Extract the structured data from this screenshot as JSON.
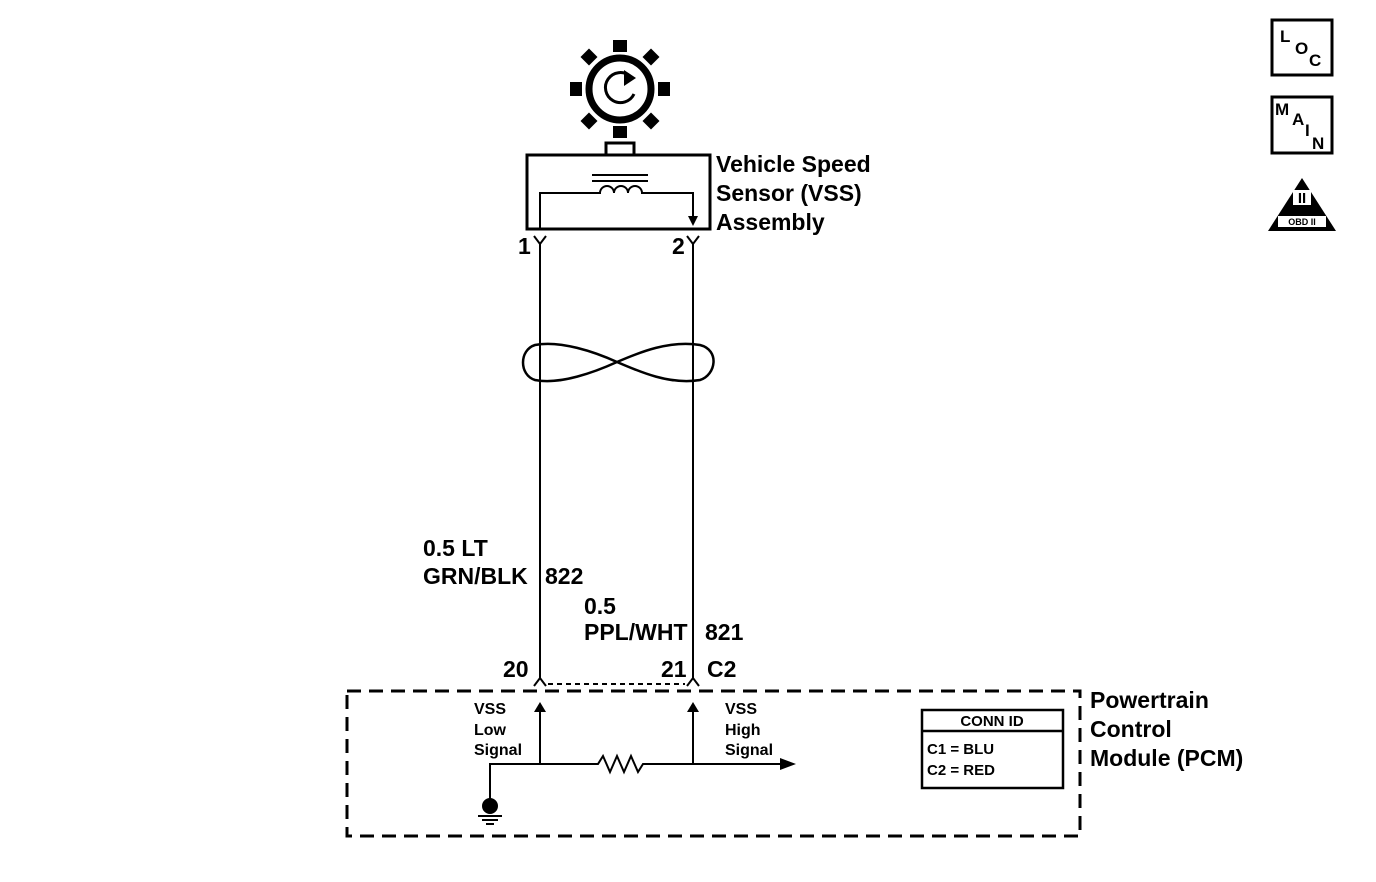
{
  "sensor": {
    "name_lines": [
      "Vehicle Speed",
      "Sensor (VSS)",
      "Assembly"
    ],
    "pin_left": "1",
    "pin_right": "2"
  },
  "wires": {
    "low": {
      "size": "0.5 LT",
      "color": "GRN/BLK",
      "circuit": "822"
    },
    "high": {
      "size": "0.5",
      "color": "PPL/WHT",
      "circuit": "821"
    }
  },
  "pcm_connector": {
    "pin_low": "20",
    "pin_high": "21",
    "connector": "C2"
  },
  "pcm": {
    "name_lines": [
      "Powertrain",
      "Control",
      "Module (PCM)"
    ],
    "low_signal_lines": [
      "VSS",
      "Low",
      "Signal"
    ],
    "high_signal_lines": [
      "VSS",
      "High",
      "Signal"
    ]
  },
  "conn_id": {
    "title": "CONN ID",
    "rows": [
      "C1  =  BLU",
      "C2  =  RED"
    ]
  },
  "side_icons": {
    "loc": [
      "L",
      "O",
      "C"
    ],
    "main": [
      "M",
      "A",
      "I",
      "N"
    ],
    "obd": {
      "numeral": "II",
      "label": "OBD II"
    }
  }
}
